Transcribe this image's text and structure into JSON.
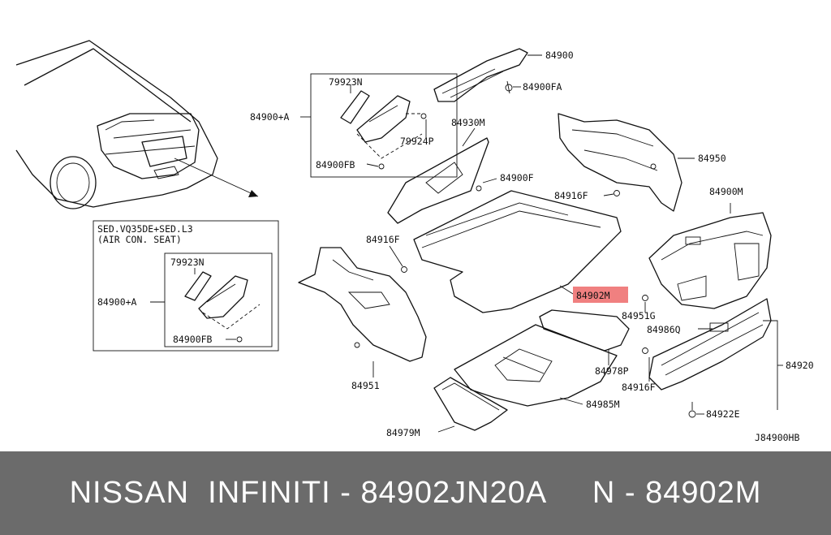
{
  "diagram": {
    "note_line1": "SED.VQ35DE+SED.L3",
    "note_line2": "(AIR CON. SEAT)",
    "labels": {
      "p84900": "84900",
      "p84900FA": "84900FA",
      "p79923N_top": "79923N",
      "p84900A_top": "84900+A",
      "p79924P": "79924P",
      "p84900FB_top": "84900FB",
      "p84930M": "84930M",
      "p84900F": "84900F",
      "p84950": "84950",
      "p84916F_a": "84916F",
      "p84900M": "84900M",
      "p84916F_b": "84916F",
      "p79923N_box": "79923N",
      "p84900A_box": "84900+A",
      "p84900FB_box": "84900FB",
      "p84902M": "84902M",
      "p84951G": "84951G",
      "p84986Q": "84986Q",
      "p84920": "84920",
      "p84951": "84951",
      "p84978P": "84978P",
      "p84916F_c": "84916F",
      "p84985M": "84985M",
      "p84922E": "84922E",
      "p84979M": "84979M",
      "drawing_code": "J84900HB"
    },
    "highlight_color": "#f08080"
  },
  "footer": {
    "text": "NISSAN  INFINITI - 84902JN20A     N - 84902M",
    "background": "#6b6b6b"
  }
}
